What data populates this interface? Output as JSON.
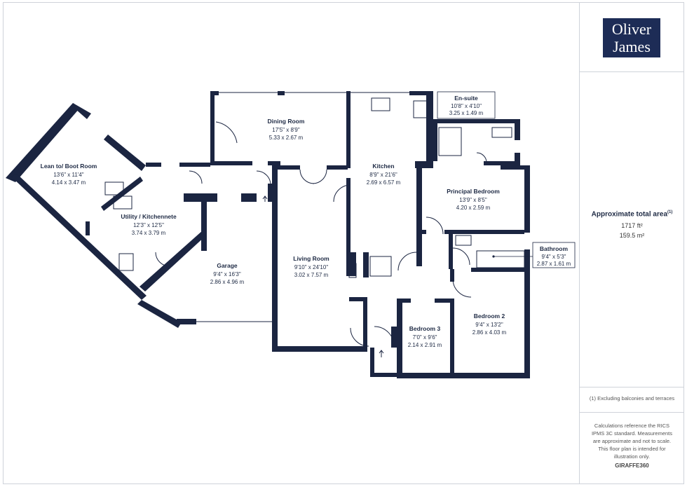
{
  "brand": {
    "line1": "Oliver",
    "line2": "James",
    "color": "#1d2c56"
  },
  "rooms": [
    {
      "id": "lean-to",
      "name": "Lean to/ Boot Room",
      "imperial": "13'6\" x 11'4\"",
      "metric": "4.14 x 3.47 m"
    },
    {
      "id": "utility",
      "name": "Utility / Kitchennete",
      "imperial": "12'3\" x 12'5\"",
      "metric": "3.74 x 3.79 m"
    },
    {
      "id": "garage",
      "name": "Garage",
      "imperial": "9'4\" x 16'3\"",
      "metric": "2.86 x 4.96 m"
    },
    {
      "id": "dining",
      "name": "Dining Room",
      "imperial": "17'5\" x 8'9\"",
      "metric": "5.33 x 2.67 m"
    },
    {
      "id": "kitchen",
      "name": "Kitchen",
      "imperial": "8'9\" x 21'6\"",
      "metric": "2.69 x 6.57 m"
    },
    {
      "id": "living",
      "name": "Living Room",
      "imperial": "9'10\" x 24'10\"",
      "metric": "3.02 x 7.57 m"
    },
    {
      "id": "ensuite",
      "name": "En-suite",
      "imperial": "10'8\" x 4'10\"",
      "metric": "3.25 x 1.49 m"
    },
    {
      "id": "principal",
      "name": "Principal Bedroom",
      "imperial": "13'9\" x 8'5\"",
      "metric": "4.20 x 2.59 m"
    },
    {
      "id": "bathroom",
      "name": "Bathroom",
      "imperial": "9'4\" x 5'3\"",
      "metric": "2.87 x 1.61 m"
    },
    {
      "id": "bedroom3",
      "name": "Bedroom 3",
      "imperial": "7'0\" x 9'6\"",
      "metric": "2.14 x 2.91 m"
    },
    {
      "id": "bedroom2",
      "name": "Bedroom 2",
      "imperial": "9'4\" x 13'2\"",
      "metric": "2.86 x 4.03 m"
    }
  ],
  "summary": {
    "title": "Approximate total area",
    "superscript": "(1)",
    "sqft": "1717 ft²",
    "sqm": "159.5 m²",
    "note": "(1) Excluding balconies and terraces",
    "calc_note": "Calculations reference the RICS IPMS 3C standard. Measurements are approximate and not to scale. This floor plan is intended for illustration only.",
    "provider": "GIRAFFE360"
  },
  "colors": {
    "wall": "#1b2541",
    "text": "#1e2a44"
  }
}
